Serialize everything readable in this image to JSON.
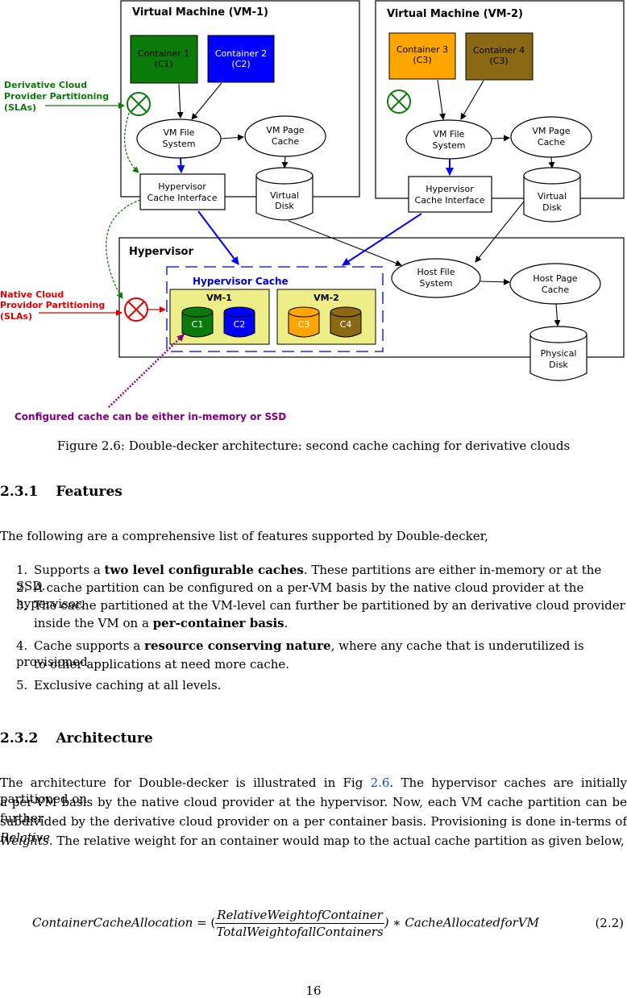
{
  "figure": {
    "vm1_title": "Virtual Machine (VM-1)",
    "vm2_title": "Virtual Machine (VM-2)",
    "container1": [
      "Container 1",
      "(C1)"
    ],
    "container2": [
      "Container 2",
      "(C2)"
    ],
    "container3": [
      "Container 3",
      "(C3)"
    ],
    "container4": [
      "Container 4",
      "(C3)"
    ],
    "vm_file_system": [
      "VM File",
      "System"
    ],
    "vm_page_cache": [
      "VM Page",
      "Cache"
    ],
    "hypervisor_cache_interface": [
      "Hypervisor",
      "Cache Interface"
    ],
    "virtual_disk": [
      "Virtual",
      "Disk"
    ],
    "hypervisor_title": "Hypervisor",
    "hypervisor_cache_title": "Hypervisor Cache",
    "vm1_label": "VM-1",
    "vm2_label": "VM-2",
    "c1": "C1",
    "c2": "C2",
    "c3": "C3",
    "c4": "C4",
    "host_file_system": [
      "Host File",
      "System"
    ],
    "host_page_cache": [
      "Host Page",
      "Cache"
    ],
    "physical_disk": [
      "Physical",
      "Disk"
    ],
    "derivative_label": [
      "Derivative Cloud",
      "Provider Partitioning",
      "(SLAs)"
    ],
    "native_label": [
      "Native Cloud",
      "Providor Partitioning",
      "(SLAs)"
    ],
    "configured_note": "Configured cache can be either in-memory or SSD",
    "colors": {
      "green": "#0a7a0a",
      "blue": "#0000ff",
      "orange": "#ffa500",
      "brown": "#8b6914",
      "yellow": "#eeee88",
      "purple": "#800080",
      "red": "#e00000",
      "dash_blue": "#0000cc"
    }
  },
  "caption": "Figure 2.6: Double-decker architecture: second cache caching for derivative clouds",
  "section1": {
    "number": "2.3.1",
    "title": "Features"
  },
  "intro": "The following are a comprehensive list of features supported by Double-decker,",
  "features": [
    {
      "num": "1.",
      "pre": "Supports a ",
      "bold": "two level configurable caches",
      "post": ". These partitions are either in-memory or at the SSD."
    },
    {
      "num": "2.",
      "pre": "A cache partition can be configured on a per-VM basis by the native cloud provider at the hypervisor.",
      "bold": "",
      "post": ""
    },
    {
      "num": "3.",
      "pre": "The cache partitioned at the VM-level can further be partitioned by an derivative cloud provider",
      "line2_pre": "inside the VM on a ",
      "bold": "per-container basis",
      "post": "."
    },
    {
      "num": "4.",
      "pre": "Cache supports a ",
      "bold": "resource conserving nature",
      "post": ", where any cache that is underutilized is provisioned",
      "line2": "to other applications at need more cache."
    },
    {
      "num": "5.",
      "pre": "Exclusive caching at all levels.",
      "bold": "",
      "post": ""
    }
  ],
  "section2": {
    "number": "2.3.2",
    "title": "Architecture"
  },
  "arch_para": {
    "l1_pre": "The architecture for Double-decker is illustrated in Fig ",
    "l1_ref": "2.6",
    "l1_post": ". The hypervisor caches are initially partitioned on",
    "l2": "a per-VM basis by the native cloud provider at the hypervisor. Now, each VM cache partition can be further",
    "l3_pre": "subdivided by the derivative cloud provider on a per container basis. Provisioning is done in-terms of ",
    "l3_em": "Relative",
    "l4_em": "Weights",
    "l4_post": ". The relative weight for an container would map to the actual cache partition as given below,"
  },
  "equation": {
    "lhs": "ContainerCacheAllocation",
    "eq_open": " = (",
    "numerator": "RelativeWeightofContainer",
    "denominator": "TotalWeightofallContainers",
    "close_rhs": ") ∗ CacheAllocatedforVM",
    "number": "(2.2)"
  },
  "page_number": "16"
}
